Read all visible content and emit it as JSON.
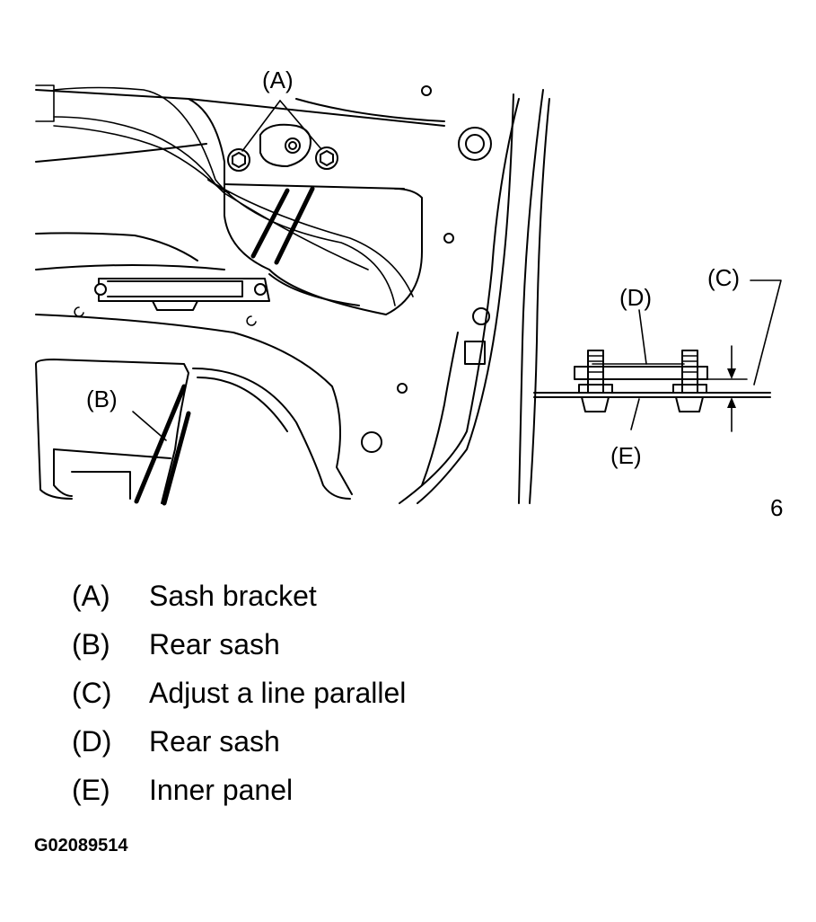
{
  "callouts": {
    "a": "(A)",
    "b": "(B)",
    "c": "(C)",
    "d": "(D)",
    "e": "(E)",
    "edge_mark": "6"
  },
  "legend": [
    {
      "key": "(A)",
      "text": "Sash bracket"
    },
    {
      "key": "(B)",
      "text": "Rear sash"
    },
    {
      "key": "(C)",
      "text": "Adjust a line parallel"
    },
    {
      "key": "(D)",
      "text": "Rear sash"
    },
    {
      "key": "(E)",
      "text": "Inner panel"
    }
  ],
  "figure_code": "G02089514"
}
